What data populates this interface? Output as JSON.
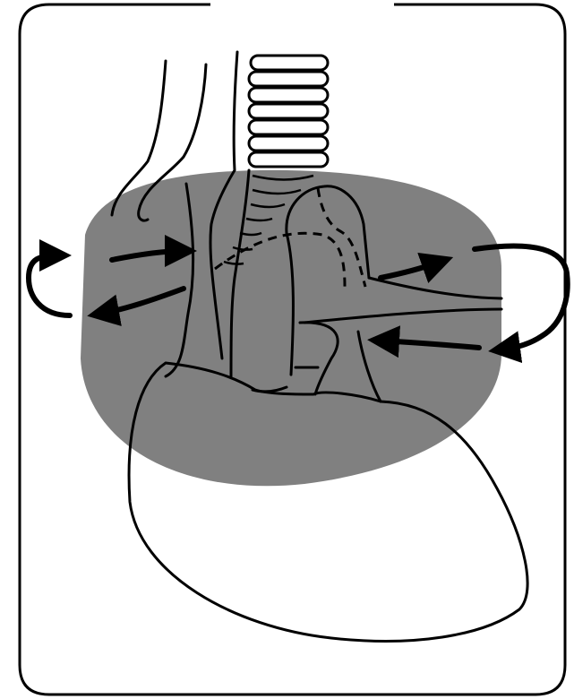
{
  "figure": {
    "frame_color": "#000000",
    "shading_color": "#808080",
    "line_color": "#000000",
    "background_color": "#ffffff"
  },
  "icons": [
    "heart-outline",
    "trachea-rings",
    "flow-arrow",
    "shaded-region"
  ]
}
